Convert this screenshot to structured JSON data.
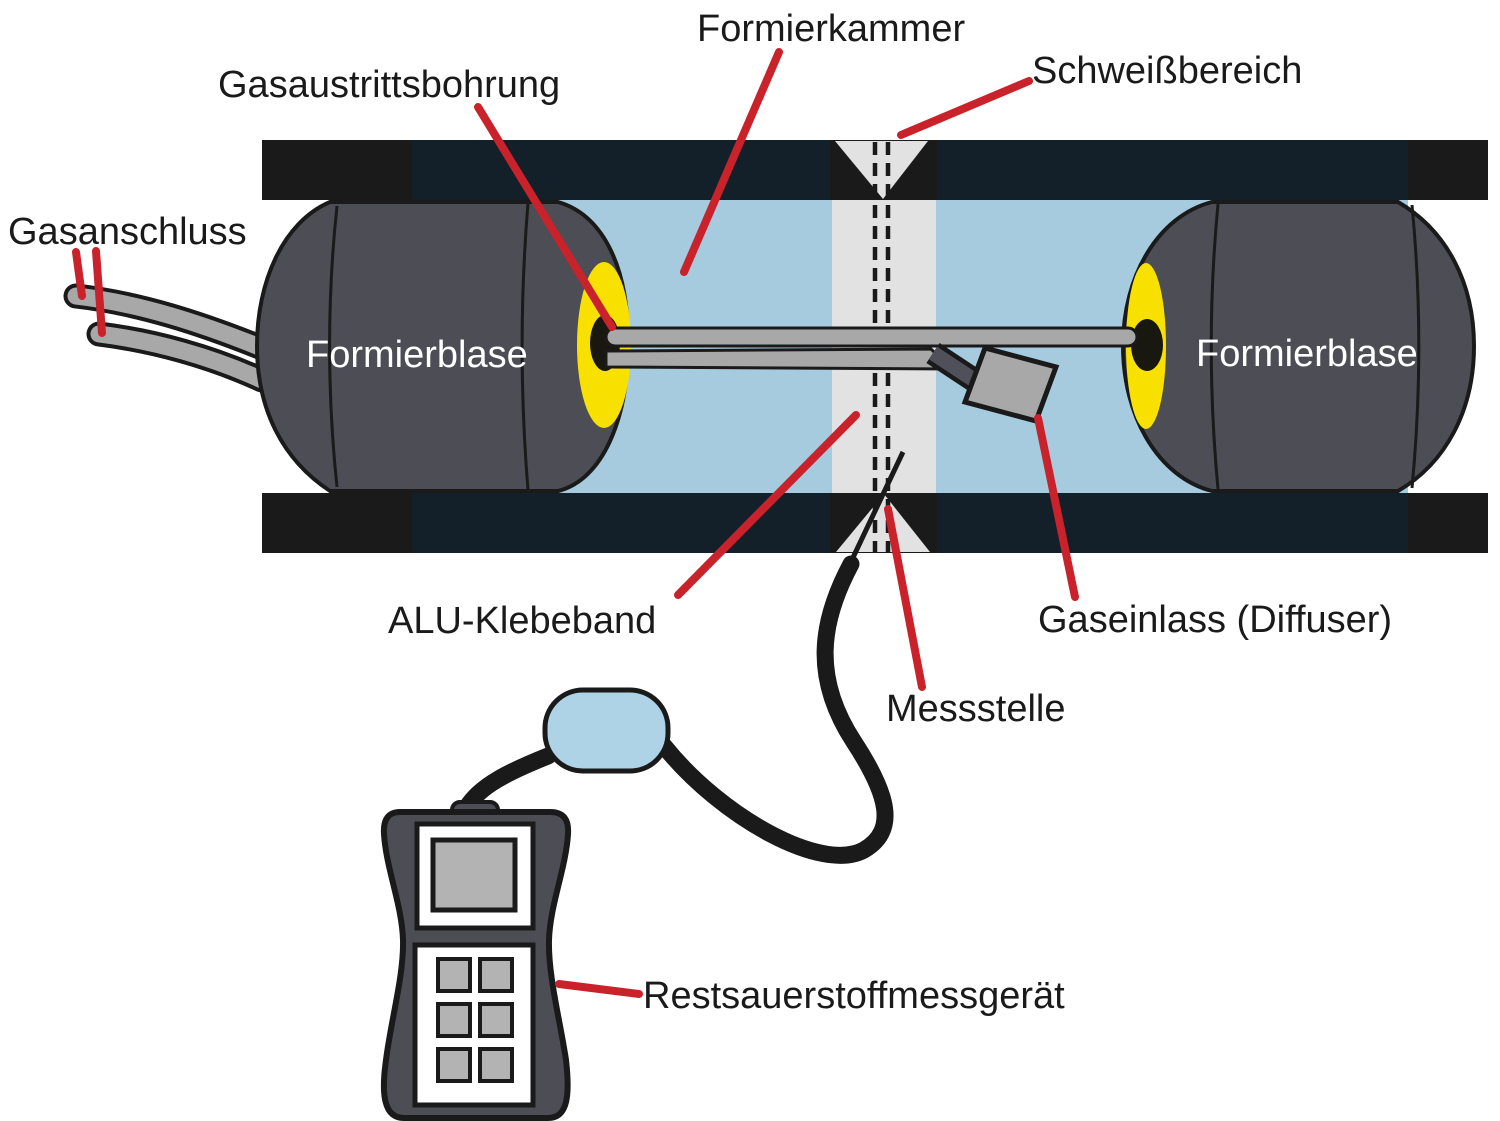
{
  "labels": {
    "formierkammer": "Formierkammer",
    "schweissbereich": "Schweißbereich",
    "gasaustrittsbohrung": "Gasaustrittsbohrung",
    "gasanschluss": "Gasanschluss",
    "formierblase_left": "Formierblase",
    "formierblase_right": "Formierblase",
    "alu_klebeband": "ALU-Klebeband",
    "messstelle": "Messstelle",
    "gaseinlass": "Gaseinlass (Diffuser)",
    "restsauerstoffmessgeraet": "Restsauerstoffmessgerät"
  },
  "colors": {
    "chamber_blue": "#a6cbdf",
    "tape_gray": "#e2e2e2",
    "wall_dark": "#13202a",
    "wall_black": "#1a1a1a",
    "bladder_gray": "#4d4d56",
    "nozzle_yellow": "#f8e100",
    "nozzle_hole_black": "#181710",
    "tube_gray": "#a8a8a8",
    "connector_gray": "#50505a",
    "leader_red": "#c9222a",
    "capsule_blue": "#aed3e6",
    "device_body_gray": "#4d4d56",
    "panel_white": "#ffffff",
    "button_gray": "#b3b3b3",
    "cable_black": "#1a1a1a",
    "label_black": "#1a1a1a",
    "label_white": "#ffffff"
  }
}
